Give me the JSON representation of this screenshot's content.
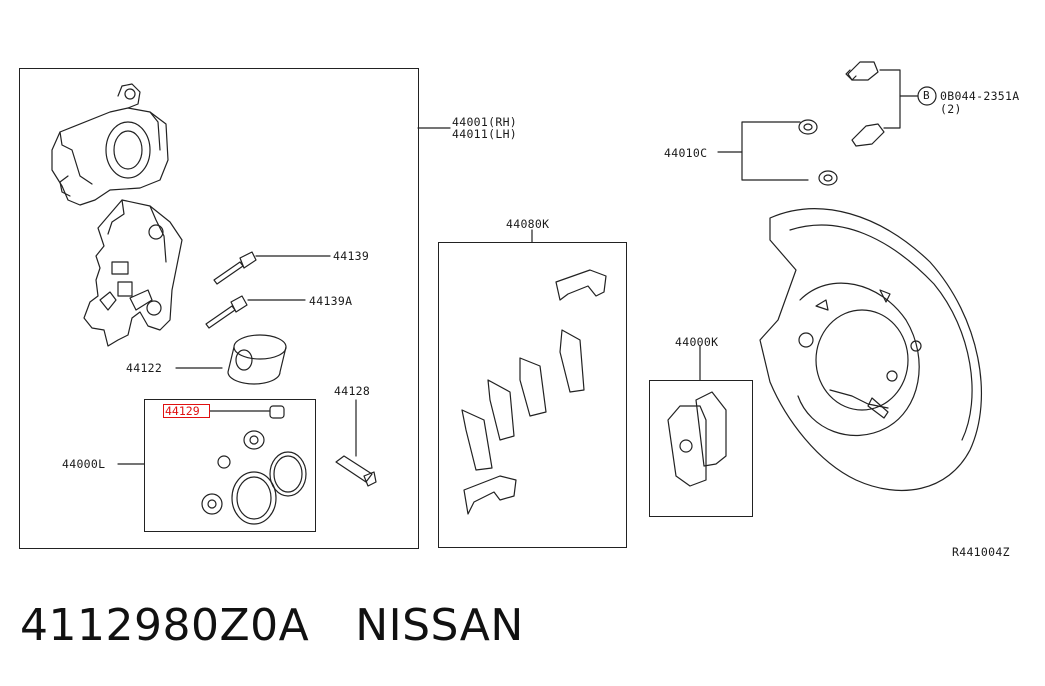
{
  "labels": {
    "caliper_rh": "44001(RH)",
    "caliper_lh": "44011(LH)",
    "pin_bolt_1": "44139",
    "pin_bolt_2": "44139A",
    "piston": "44122",
    "highlight_part": "44129",
    "bleeder": "44128",
    "seal_kit": "44000L",
    "pad_hardware_kit": "44080K",
    "pad_kit": "44000K",
    "washer": "44010C",
    "bolt_ref": "0B044-2351A",
    "bolt_qty": "(2)",
    "bolt_marker": "B",
    "drawing_ref": "R441004Z"
  },
  "footer": {
    "part_number": "4112980Z0A",
    "brand": "NISSAN"
  },
  "colors": {
    "line": "#222222",
    "highlight": "#e01010"
  }
}
